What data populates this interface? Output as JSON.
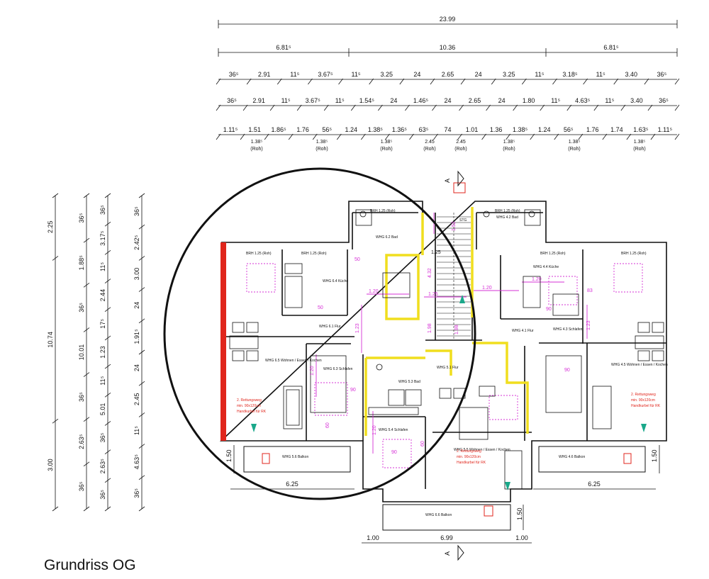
{
  "caption": "Grundriss OG",
  "dims_top": {
    "total": "23.99",
    "r2": [
      "6.81⁵",
      "10.36",
      "6.81⁵"
    ],
    "r3": [
      "36⁵",
      "2.91",
      "11⁵",
      "3.67⁵",
      "11⁵",
      "3.25",
      "24",
      "2.65",
      "24",
      "3.25",
      "11⁵",
      "3.18⁵",
      "11⁵",
      "3.40",
      "36⁵"
    ],
    "r4": [
      "36⁵",
      "2.91",
      "11⁵",
      "3.67⁵",
      "11⁵",
      "1.54⁵",
      "24",
      "1.46⁵",
      "24",
      "2.65",
      "24",
      "1.80",
      "11⁵",
      "4.63⁵",
      "11⁵",
      "3.40",
      "36⁵"
    ],
    "r5": [
      "1.11⁵",
      "1.51",
      "1.86⁵",
      "1.76",
      "56⁵",
      "1.24",
      "1.38⁵",
      "1.36⁵",
      "63⁵",
      "74",
      "1.01",
      "1.36",
      "1.38⁵",
      "1.24",
      "56⁵",
      "1.76",
      "1.74",
      "1.63⁵",
      "1.11⁵"
    ],
    "r5_sub": [
      "1.38⁵",
      "(Roh)",
      "1.38⁵",
      "(Roh)",
      "1.38⁵",
      "(Roh)",
      "2.45",
      "(Roh)",
      "2.45",
      "(Roh)",
      "1.38⁵",
      "(Roh)",
      "1.38⁵",
      "(Roh)",
      "1.38⁵",
      "(Roh)"
    ]
  },
  "dims_left": {
    "c1": [
      "10.74",
      "2.25",
      "3.00"
    ],
    "c2": [
      "36⁵",
      "1.88⁵",
      "36⁵",
      "10.01",
      "36⁵",
      "2.63⁵",
      "36⁵"
    ],
    "c3": [
      "36⁵",
      "3.17⁵",
      "11⁵",
      "2.44",
      "17⁵",
      "1.23",
      "11⁵",
      "5.01",
      "36⁵",
      "2.63⁵",
      "36⁵"
    ],
    "c4": [
      "36⁵",
      "2.42⁵",
      "3.00",
      "24",
      "1.91⁵",
      "24",
      "2.45",
      "11⁵",
      "4.63⁵",
      "36⁵"
    ]
  },
  "dims_bottom": [
    "6.25",
    "6.25",
    "1.00",
    "6.99",
    "1.00",
    "1.50",
    "1.50",
    "1.50"
  ],
  "section_marker": "A",
  "plan_labels": {
    "brh": [
      "BRH 1.25 (Roh)",
      "BRH 1.25 (Roh)",
      "BRH 1.25 (Roh)",
      "BRH 1.25 (Roh)",
      "BRH 1.25 (Roh)",
      "BRH 1.25 (Roh)"
    ],
    "rooms": [
      "WHG 6.4 Küche",
      "WHG 6.1 Flur",
      "WHG 6.5 Wohnen / Essen / Kochen",
      "WHG 6.3 Schlafen",
      "WHG 6.2 Bad",
      "WHG 5.4 Schlafen",
      "WHG 5.3 Bad",
      "WHG 5.1 Flur",
      "WHG 5.5 Wohnen / Essen / Kochen",
      "WHG 5.6 Balkon",
      "WHG 4.4 Küche",
      "WHG 4.1 Flur",
      "WHG 4.5 Wohnen / Essen / Kochen",
      "WHG 4.3 Schlafen",
      "WHG 4.2 Bad",
      "WHG 4.6 Balkon",
      "WHG 6.6 Balkon",
      "STG"
    ],
    "escape": [
      "2. Rettungsweg",
      "min. 90x120cm",
      "Handkurbel für RK"
    ],
    "inner_dims": [
      "1.20",
      "1.25",
      "1.25",
      "1.20",
      "1.20",
      "1.20",
      "1.20",
      "1.23",
      "1.23",
      "1.20",
      "1.20",
      "4.32",
      "1.98",
      "1.98",
      "1.52",
      "90",
      "90",
      "90",
      "90",
      "83",
      "50",
      "50",
      "60",
      "60",
      "1.25"
    ]
  }
}
